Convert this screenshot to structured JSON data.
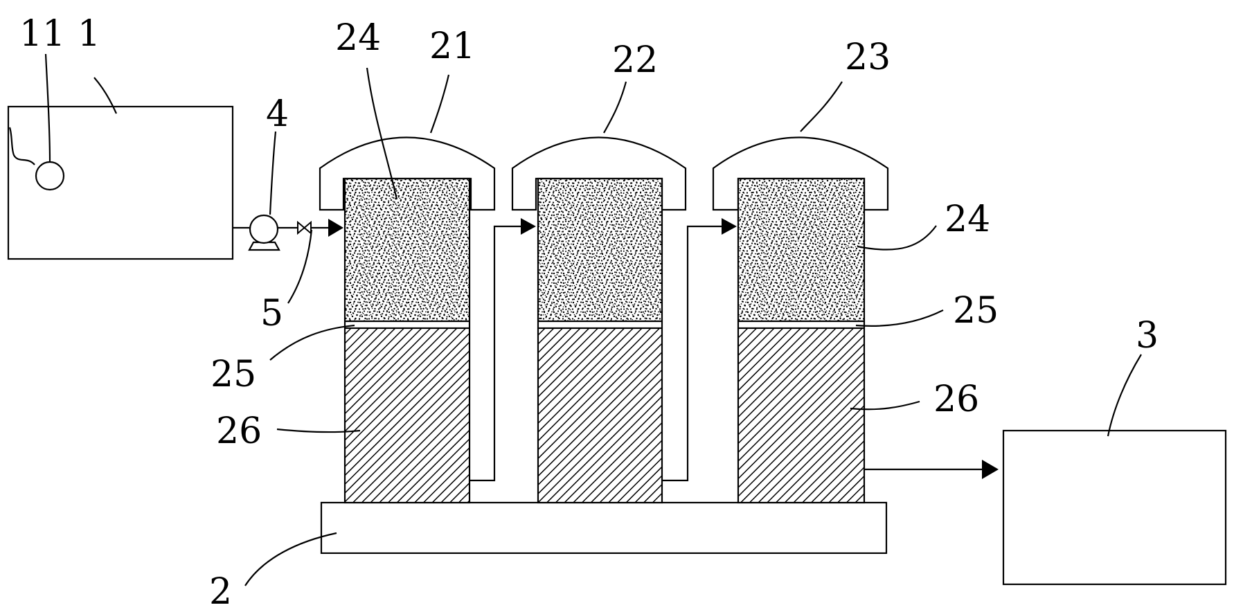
{
  "labels": {
    "l11": "11",
    "l1": "1",
    "l24a": "24",
    "l21": "21",
    "l22": "22",
    "l23": "23",
    "l4": "4",
    "l24b": "24",
    "l5": "5",
    "l25a": "25",
    "l25b": "25",
    "l26a": "26",
    "l26b": "26",
    "l3": "3",
    "l2": "2"
  }
}
